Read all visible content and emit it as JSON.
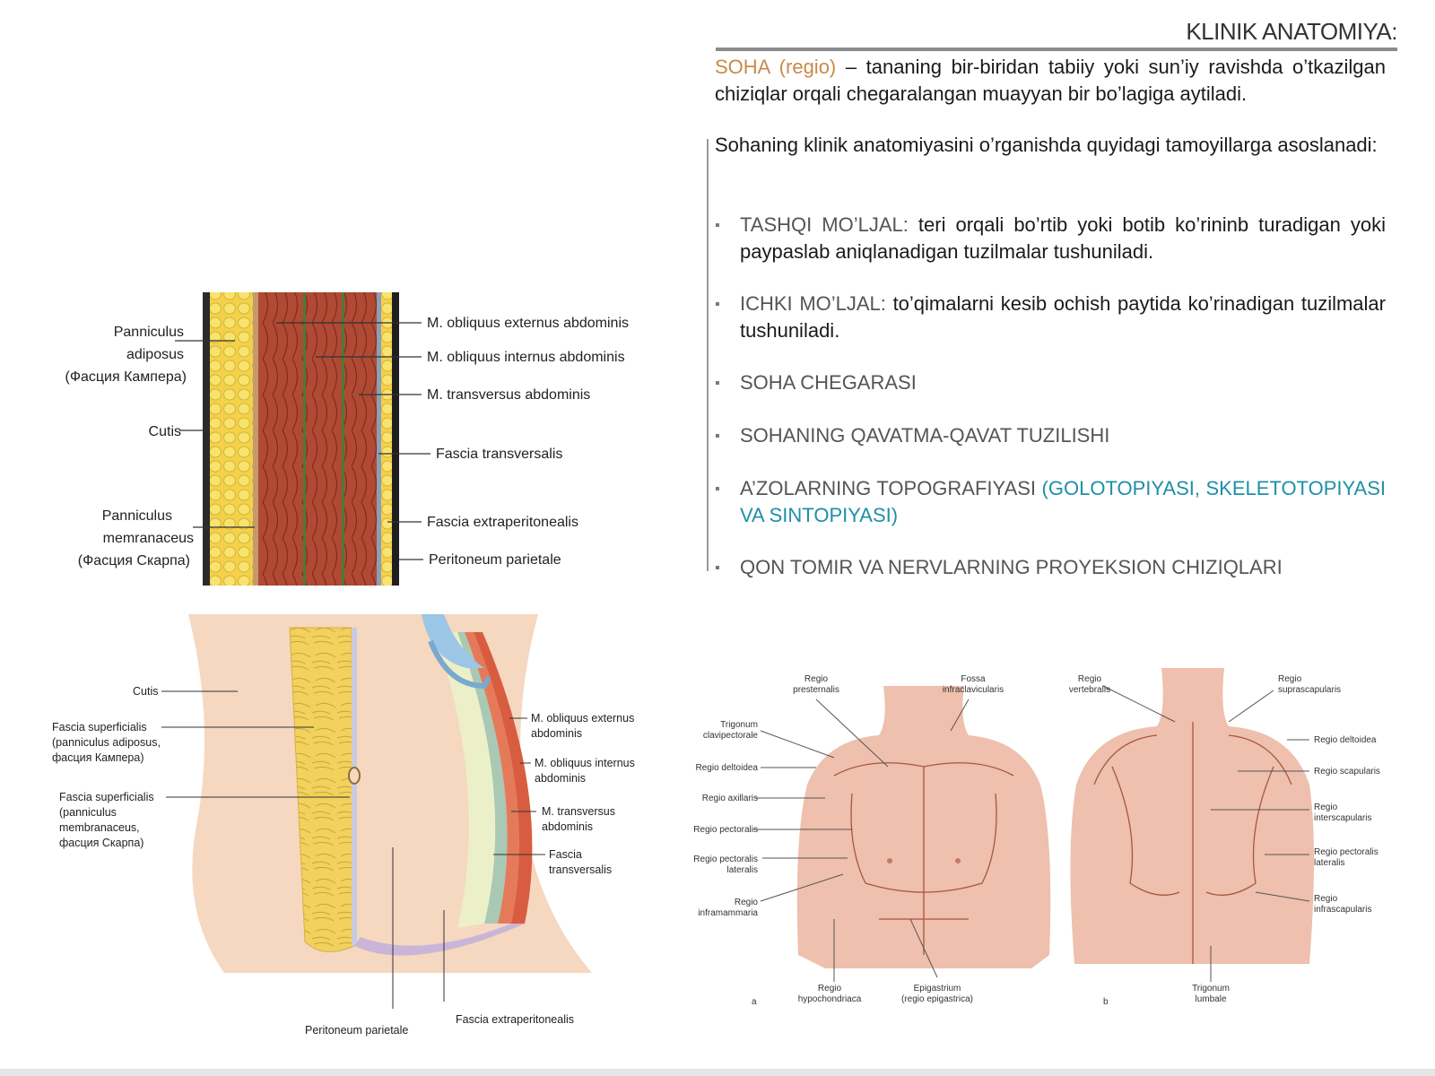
{
  "header": {
    "title": "KLINIK ANATOMIYA:"
  },
  "definition": {
    "term": "SOHA (regio)",
    "text": " – tananing bir-biridan tabiiy yoki sun’iy ravishda o’tkazilgan chiziqlar orqali chegaralangan muayyan bir bo’lagiga aytiladi."
  },
  "intro": "Sohaning klinik anatomiyasini o’rganishda quyidagi tamoyillarga asoslanadi:",
  "bullets": [
    {
      "label": "TASHQI MO’LJAL:",
      "text": " teri orqali bo’rtib yoki botib ko’rininb turadigan yoki paypaslab aniqlanadigan tuzilmalar tushuniladi."
    },
    {
      "label": "ICHKI MO’LJAL:",
      "text": " to’qimalarni kesib ochish paytida ko’rinadigan tuzilmalar tushuniladi."
    },
    {
      "label": "SOHA CHEGARASI"
    },
    {
      "label": "SOHANING QAVATMA-QAVAT TUZILISHI"
    },
    {
      "label": "A’ZOLARNING TOPOGRAFIYASI ",
      "highlight": "(GOLOTOPIYASI, SKELETOTOPIYASI VA SINTOPIYASI)"
    },
    {
      "label": "QON TOMIR VA NERVLARNING PROYEKSION CHIZIQLARI"
    }
  ],
  "figure_layers": {
    "left_labels": [
      "Panniculus",
      "adiposus",
      "(Фасция Кампера)",
      "Cutis",
      "Panniculus",
      "memranaceus",
      "(Фасция Скарпа)"
    ],
    "right_labels": [
      "M. obliquus externus abdominis",
      "M. obliquus internus abdominis",
      "M. transversus abdominis",
      "Fascia transversalis",
      "Fascia extraperitonealis",
      "Peritoneum parietale"
    ]
  },
  "figure_section": {
    "left_labels": [
      "Cutis",
      "Fascia superficialis",
      "(panniculus adiposus,",
      "фасция Кампера)",
      "Fascia superficialis",
      "(panniculus",
      "membranaceus,",
      "фасция Скарпа)"
    ],
    "right_labels": [
      "M. obliquus externus",
      "abdominis",
      "M. obliquus internus",
      "abdominis",
      "M. transversus",
      "abdominis",
      "Fascia",
      "transversalis"
    ],
    "bottom_labels": [
      "Peritoneum parietale",
      "Fascia extraperitonealis"
    ]
  },
  "figure_regions": {
    "front_left": [
      [
        "Trigonum",
        "clavipectorale"
      ],
      [
        "Regio deltoidea"
      ],
      [
        "Regio axillaris"
      ],
      [
        "Regio pectoralis"
      ],
      [
        "Regio pectoralis",
        "lateralis"
      ],
      [
        "Regio",
        "inframammaria"
      ]
    ],
    "front_top": [
      [
        "Regio",
        "presternalis"
      ],
      [
        "Fossa",
        "infraclavicularis"
      ]
    ],
    "front_bottom": [
      [
        "Regio",
        "hypochondriaca"
      ],
      [
        "Epigastrium",
        "(regio epigastrica)"
      ]
    ],
    "back_top": [
      [
        "Regio",
        "vertebralis"
      ],
      [
        "Regio",
        "suprascapularis"
      ]
    ],
    "back_right": [
      [
        "Regio deltoidea"
      ],
      [
        "Regio scapularis"
      ],
      [
        "Regio",
        "interscapularis"
      ],
      [
        "Regio pectoralis",
        "lateralis"
      ],
      [
        "Regio",
        "infrascapularis"
      ]
    ],
    "back_bottom": [
      [
        "Trigonum",
        "lumbale"
      ]
    ],
    "letters": [
      "a",
      "b"
    ]
  },
  "colors": {
    "accent_orange": "#c98a4a",
    "accent_teal": "#1f8fa8",
    "rule_gray": "#8a8a8a"
  }
}
